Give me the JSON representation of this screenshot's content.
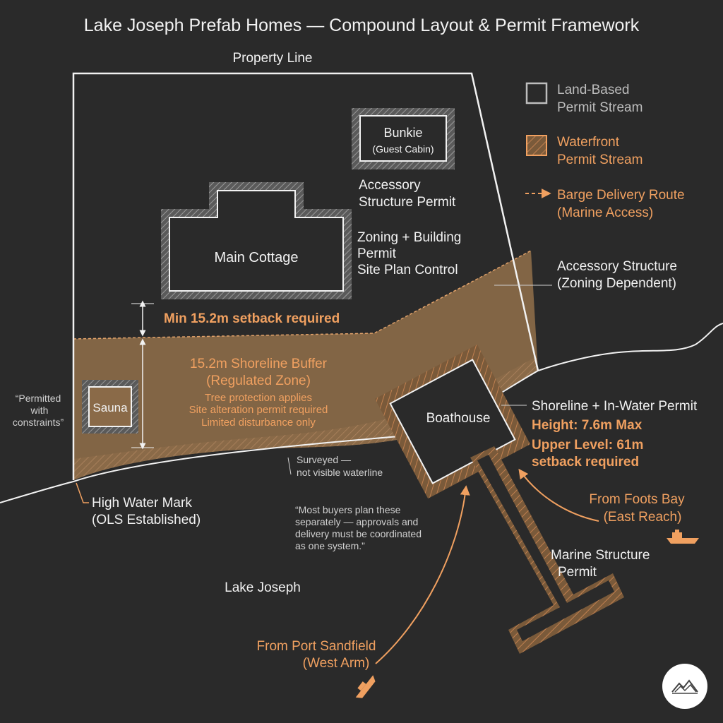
{
  "title": "Lake Joseph Prefab Homes — Compound Layout & Permit Framework",
  "property_line_label": "Property Line",
  "structures": {
    "bunkie": {
      "name": "Bunkie",
      "sub": "(Guest Cabin)",
      "permit_line1": "Accessory",
      "permit_line2": "Structure Permit"
    },
    "main_cottage": {
      "name": "Main Cottage",
      "permit_line1": "Zoning + Building",
      "permit_line2": "Permit",
      "permit_line3": "Site Plan Control"
    },
    "sauna": {
      "name": "Sauna",
      "note_line1": "“Permitted",
      "note_line2": "with",
      "note_line3": "constraints”"
    },
    "boathouse": {
      "name": "Boathouse",
      "permit": "Shoreline + In-Water Permit",
      "height_line": "Height: 7.6m Max",
      "upper_line1": "Upper Level: 61m",
      "upper_line2": "setback required"
    },
    "dock": {
      "permit_line1": "Marine Structure",
      "permit_line2": "Permit"
    }
  },
  "setback_label": "Min 15.2m setback required",
  "buffer": {
    "title_line1": "15.2m Shoreline Buffer",
    "title_line2": "(Regulated Zone)",
    "rules": [
      "Tree protection applies",
      "Site alteration permit required",
      "Limited disturbance only"
    ]
  },
  "annotations": {
    "accessory_zoning_line1": "Accessory Structure",
    "accessory_zoning_line2": "(Zoning Dependent)",
    "surveyed_line1": "Surveyed —",
    "surveyed_line2": "not visible waterline",
    "hwm_line1": "High Water Mark",
    "hwm_line2": "(OLS Established)",
    "quote_lines": [
      "“Most buyers plan these",
      "separately — approvals and",
      "delivery must be coordinated",
      "as one system.”"
    ],
    "lake_name": "Lake Joseph"
  },
  "routes": {
    "east_line1": "From Foots Bay",
    "east_line2": "(East Reach)",
    "west_line1": "From Port Sandfield",
    "west_line2": "(West Arm)"
  },
  "legend": {
    "land_line1": "Land-Based",
    "land_line2": "Permit Stream",
    "water_line1": "Waterfront",
    "water_line2": "Permit Stream",
    "route_line1": "Barge Delivery Route",
    "route_line2": "(Marine Access)"
  },
  "colors": {
    "background": "#2a2a2a",
    "orange_accent": "#f0a060",
    "buffer_fill": "#8a6a48",
    "white_line": "#f2f2f2"
  },
  "icons": {
    "logo": "mountain-logo-icon",
    "boat": "barge-icon"
  }
}
